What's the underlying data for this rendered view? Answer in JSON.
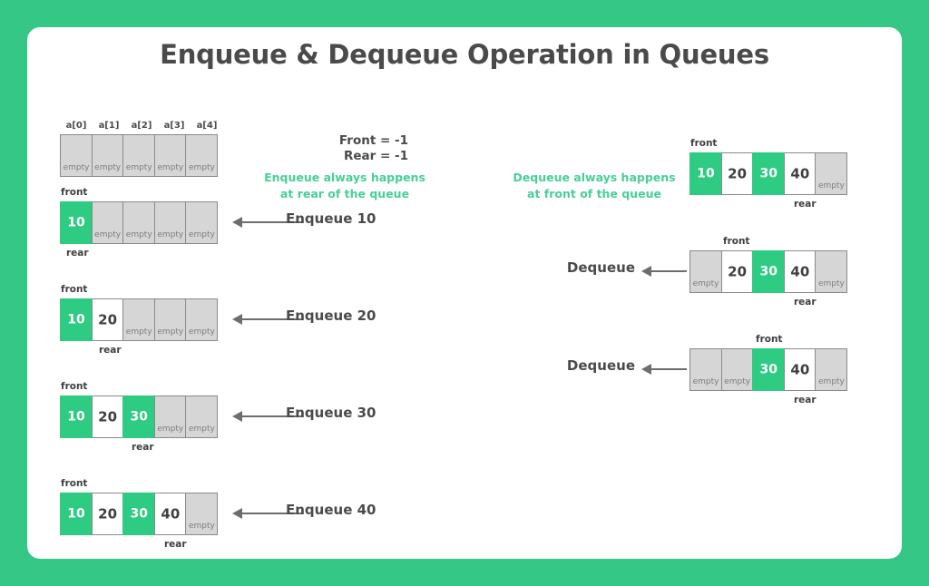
{
  "theme": {
    "page_background": "#34c785",
    "card_background": "#ffffff",
    "accent_green": "#2ecb83",
    "note_green": "#48cf96",
    "text_dark": "#4a4a4a",
    "cell_empty": "#d6d6d6",
    "cell_border": "#8a8a8a",
    "arrow_gray": "#6d6d6d"
  },
  "title": "Enqueue & Dequeue Operation in Queues",
  "index_headers": [
    "a[0]",
    "a[1]",
    "a[2]",
    "a[3]",
    "a[4]"
  ],
  "labels": {
    "front": "front",
    "rear": "rear",
    "empty": "empty"
  },
  "state": {
    "front_line": "Front = -1",
    "rear_line": "Rear = -1"
  },
  "notes": {
    "enqueue_line1": "Enqueue always happens",
    "enqueue_line2": "at rear of the queue",
    "dequeue_line1": "Dequeue always happens",
    "dequeue_line2": "at front of the queue"
  },
  "enqueue_rows": [
    {
      "op_label": "",
      "show_headers": true,
      "show_arrow": false,
      "front_index": null,
      "rear_index": null,
      "cells": [
        {
          "value": "empty",
          "style": "empty"
        },
        {
          "value": "empty",
          "style": "empty"
        },
        {
          "value": "empty",
          "style": "empty"
        },
        {
          "value": "empty",
          "style": "empty"
        },
        {
          "value": "empty",
          "style": "empty"
        }
      ]
    },
    {
      "op_label": "Enqueue 10",
      "show_headers": false,
      "show_arrow": true,
      "front_index": 0,
      "rear_index": 0,
      "cells": [
        {
          "value": "10",
          "style": "active"
        },
        {
          "value": "empty",
          "style": "empty"
        },
        {
          "value": "empty",
          "style": "empty"
        },
        {
          "value": "empty",
          "style": "empty"
        },
        {
          "value": "empty",
          "style": "empty"
        }
      ]
    },
    {
      "op_label": "Enqueue 20",
      "show_headers": false,
      "show_arrow": true,
      "front_index": 0,
      "rear_index": 1,
      "cells": [
        {
          "value": "10",
          "style": "active"
        },
        {
          "value": "20",
          "style": "filled"
        },
        {
          "value": "empty",
          "style": "empty"
        },
        {
          "value": "empty",
          "style": "empty"
        },
        {
          "value": "empty",
          "style": "empty"
        }
      ]
    },
    {
      "op_label": "Enqueue 30",
      "show_headers": false,
      "show_arrow": true,
      "front_index": 0,
      "rear_index": 2,
      "cells": [
        {
          "value": "10",
          "style": "active"
        },
        {
          "value": "20",
          "style": "filled"
        },
        {
          "value": "30",
          "style": "active"
        },
        {
          "value": "empty",
          "style": "empty"
        },
        {
          "value": "empty",
          "style": "empty"
        }
      ]
    },
    {
      "op_label": "Enqueue 40",
      "show_headers": false,
      "show_arrow": true,
      "front_index": 0,
      "rear_index": 3,
      "cells": [
        {
          "value": "10",
          "style": "active"
        },
        {
          "value": "20",
          "style": "filled"
        },
        {
          "value": "30",
          "style": "active"
        },
        {
          "value": "40",
          "style": "filled"
        },
        {
          "value": "empty",
          "style": "empty"
        }
      ]
    }
  ],
  "dequeue_rows": [
    {
      "op_label": "",
      "show_arrow": false,
      "front_index": 0,
      "rear_index": 3,
      "cells": [
        {
          "value": "10",
          "style": "active"
        },
        {
          "value": "20",
          "style": "filled"
        },
        {
          "value": "30",
          "style": "active"
        },
        {
          "value": "40",
          "style": "filled"
        },
        {
          "value": "empty",
          "style": "empty"
        }
      ]
    },
    {
      "op_label": "Dequeue",
      "show_arrow": true,
      "front_index": 1,
      "rear_index": 3,
      "cells": [
        {
          "value": "empty",
          "style": "empty"
        },
        {
          "value": "20",
          "style": "filled"
        },
        {
          "value": "30",
          "style": "active"
        },
        {
          "value": "40",
          "style": "filled"
        },
        {
          "value": "empty",
          "style": "empty"
        }
      ]
    },
    {
      "op_label": "Dequeue",
      "show_arrow": true,
      "front_index": 2,
      "rear_index": 3,
      "cells": [
        {
          "value": "empty",
          "style": "empty"
        },
        {
          "value": "empty",
          "style": "empty"
        },
        {
          "value": "30",
          "style": "active"
        },
        {
          "value": "40",
          "style": "filled"
        },
        {
          "value": "empty",
          "style": "empty"
        }
      ]
    }
  ]
}
